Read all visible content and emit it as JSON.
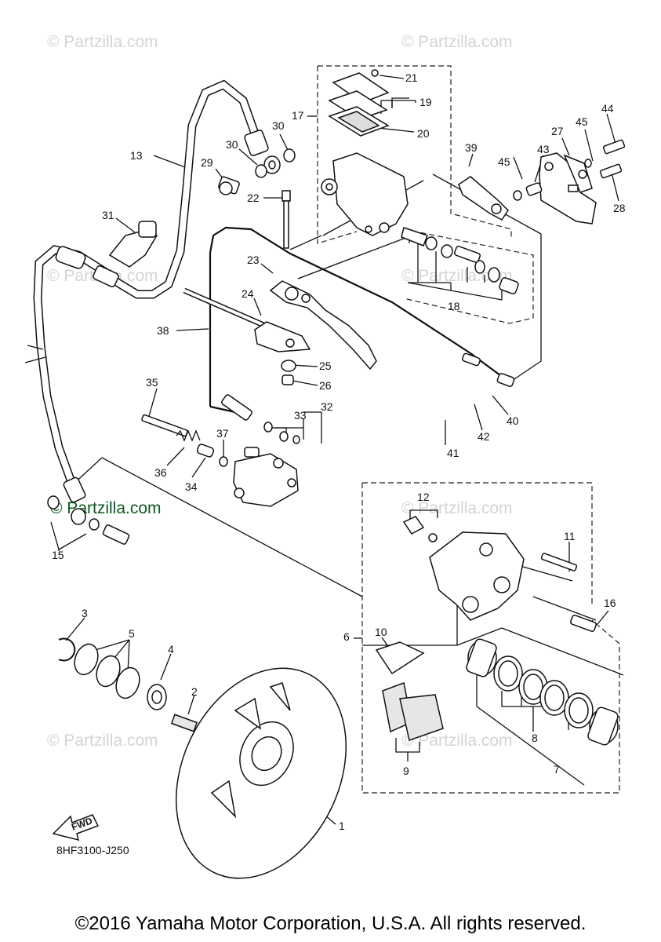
{
  "watermarks": [
    {
      "text": "© Partzilla.com",
      "style": "faint"
    },
    {
      "text": "© Partzilla.com",
      "style": "faint"
    },
    {
      "text": "© Partzilla.com",
      "style": "faint"
    },
    {
      "text": "© Partzilla.com",
      "style": "faint"
    },
    {
      "text": "© Partzilla.com",
      "style": "faint"
    },
    {
      "text": "© Partzilla.com",
      "style": "faint"
    },
    {
      "text": "© Partzilla.com",
      "style": "strong"
    },
    {
      "text": "© Partzilla.com",
      "style": "faint"
    }
  ],
  "callouts": [
    "1",
    "2",
    "3",
    "4",
    "5",
    "6",
    "7",
    "8",
    "9",
    "10",
    "11",
    "12",
    "13",
    "15",
    "16",
    "17",
    "18",
    "19",
    "20",
    "21",
    "22",
    "23",
    "24",
    "25",
    "26",
    "27",
    "28",
    "29",
    "30",
    "30",
    "31",
    "32",
    "33",
    "34",
    "35",
    "36",
    "37",
    "38",
    "39",
    "40",
    "41",
    "42",
    "43",
    "44",
    "45",
    "45"
  ],
  "direction_label": "FWD",
  "diagram_code": "8HF3100-J250",
  "copyright": "©2016 Yamaha Motor Corporation, U.S.A. All rights reserved.",
  "colors": {
    "line": "#111111",
    "watermark_faint": "#d4d4d4",
    "watermark_strong": "#0c5a1c"
  }
}
